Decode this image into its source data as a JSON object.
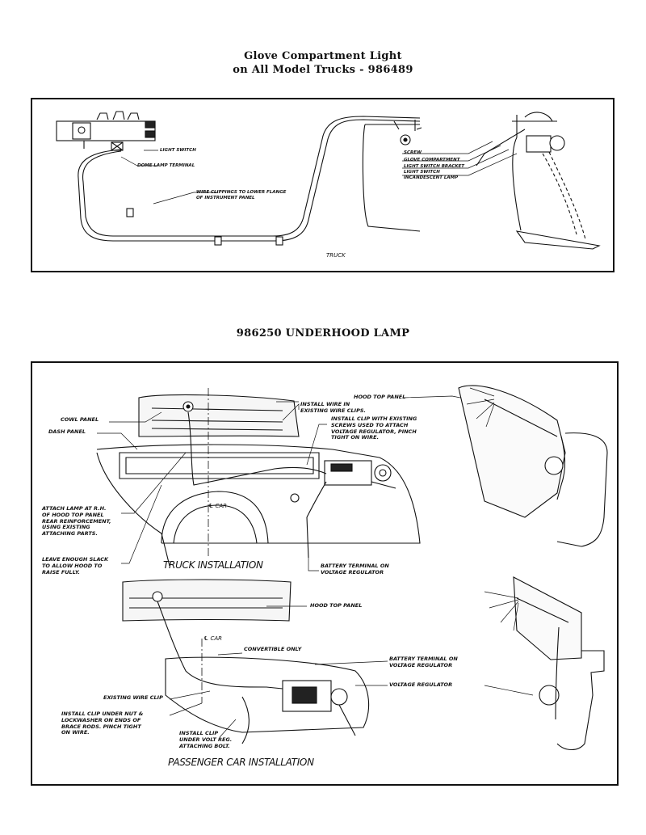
{
  "header": {
    "title_line1": "Glove Compartment Light",
    "title_line2": "on All Model Trucks - 986489",
    "section2_title": "986250 UNDERHOOD LAMP"
  },
  "glove_diagram": {
    "label_light_switch": "LIGHT SWITCH",
    "label_dome_lamp_terminal": "DOME LAMP TERMINAL",
    "label_wire_clippings": "WIRE CLIPPINGS TO LOWER FLANGE\nOF INSTRUMENT PANEL",
    "label_screw": "SCREW",
    "label_glove_compartment": "GLOVE COMPARTMENT",
    "label_light_switch_bracket": "LIGHT SWITCH BRACKET",
    "label_light_switch_2": "LIGHT SWITCH",
    "label_incandescent_lamp": "INCANDESCENT LAMP",
    "label_truck": "TRUCK"
  },
  "underhood_diagram": {
    "label_cowl_panel": "COWL PANEL",
    "label_dash_panel": "DASH PANEL",
    "label_hood_top_panel_1": "HOOD TOP PANEL",
    "label_install_wire": "INSTALL WIRE IN\nEXISTING WIRE CLIPS.",
    "label_install_clip_existing": "INSTALL CLIP WITH EXISTING\nSCREWS USED TO ATTACH\nVOLTAGE REGULATOR, PINCH\nTIGHT ON WIRE.",
    "label_attach_lamp": "ATTACH LAMP AT R.H.\nOF HOOD TOP PANEL\nREAR REINFORCEMENT,\nUSING EXISTING\nATTACHING PARTS.",
    "label_leave_slack": "LEAVE ENOUGH SLACK\nTO ALLOW HOOD TO\nRAISE FULLY.",
    "label_car_1": "℄ CAR",
    "label_truck_installation": "TRUCK INSTALLATION",
    "label_battery_terminal_1": "BATTERY TERMINAL ON\nVOLTAGE REGULATOR",
    "label_hood_top_panel_2": "HOOD TOP PANEL",
    "label_car_2": "℄ CAR",
    "label_convertible_only": "CONVERTIBLE ONLY",
    "label_battery_terminal_2": "BATTERY TERMINAL ON\nVOLTAGE REGULATOR",
    "label_voltage_regulator": "VOLTAGE REGULATOR",
    "label_existing_wire_clip": "EXISTING WIRE CLIP",
    "label_install_clip_nut": "INSTALL CLIP UNDER NUT &\nLOCKWASHER ON ENDS OF\nBRACE RODS. PINCH TIGHT\nON WIRE.",
    "label_install_clip_volt": "INSTALL CLIP\nUNDER VOLT REG.\nATTACHING BOLT.",
    "label_passenger_installation": "PASSENGER CAR INSTALLATION"
  }
}
